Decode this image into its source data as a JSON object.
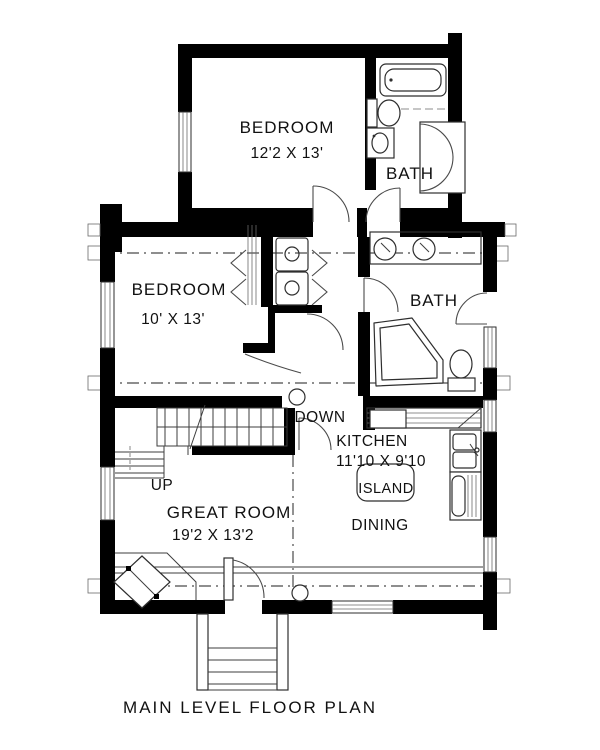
{
  "plan": {
    "caption": "MAIN LEVEL FLOOR PLAN",
    "rooms": {
      "bedroom_upper": {
        "name": "BEDROOM",
        "dims": "12'2 X 13'"
      },
      "bath_upper": {
        "name": "BATH"
      },
      "bedroom_main": {
        "name": "BEDROOM",
        "dims": "10' X 13'"
      },
      "bath_main": {
        "name": "BATH"
      },
      "kitchen": {
        "name": "KITCHEN",
        "dims": "11'10 X 9'10"
      },
      "island": {
        "name": "ISLAND"
      },
      "dining": {
        "name": "DINING"
      },
      "great_room": {
        "name": "GREAT ROOM",
        "dims": "19'2 X 13'2"
      }
    },
    "stairs": {
      "up": "UP",
      "down": "DOWN"
    },
    "colors": {
      "wall": "#000000",
      "line": "#404040",
      "background": "#ffffff"
    }
  }
}
